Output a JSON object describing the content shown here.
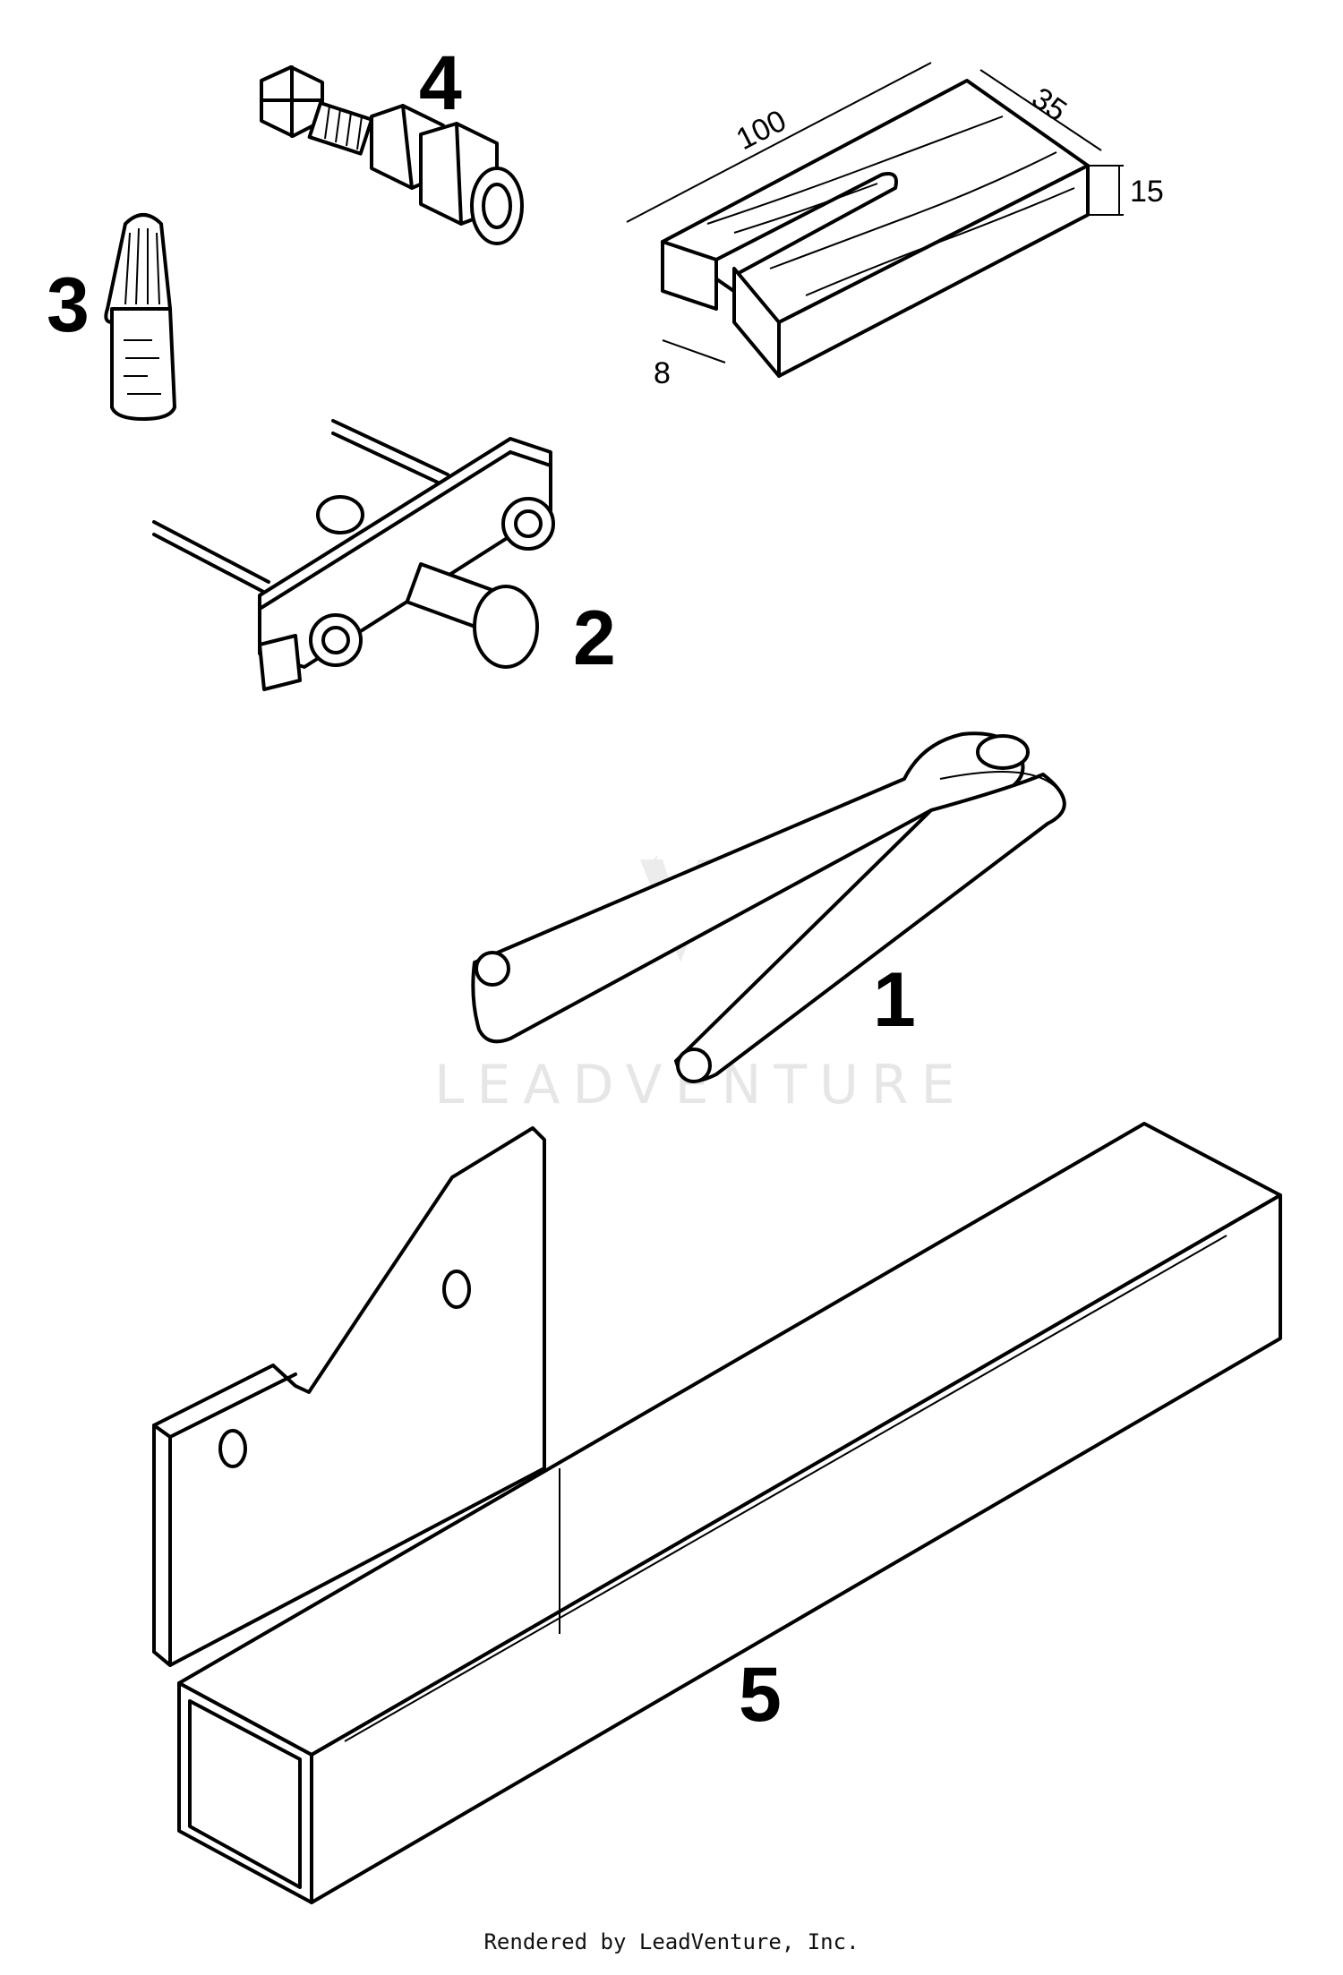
{
  "parts": [
    {
      "number": "1",
      "icon": "pin-spanner-icon"
    },
    {
      "number": "2",
      "icon": "puller-icon"
    },
    {
      "number": "3",
      "icon": "compound-tube-icon"
    },
    {
      "number": "4",
      "icon": "bolt-adapter-icon"
    },
    {
      "number": "5",
      "icon": "holding-fixture-icon"
    }
  ],
  "block_dimensions": {
    "length": "100",
    "width": "35",
    "height": "15",
    "slot": "8"
  },
  "watermark": "LEADVENTURE",
  "footer": "Rendered by LeadVenture, Inc."
}
